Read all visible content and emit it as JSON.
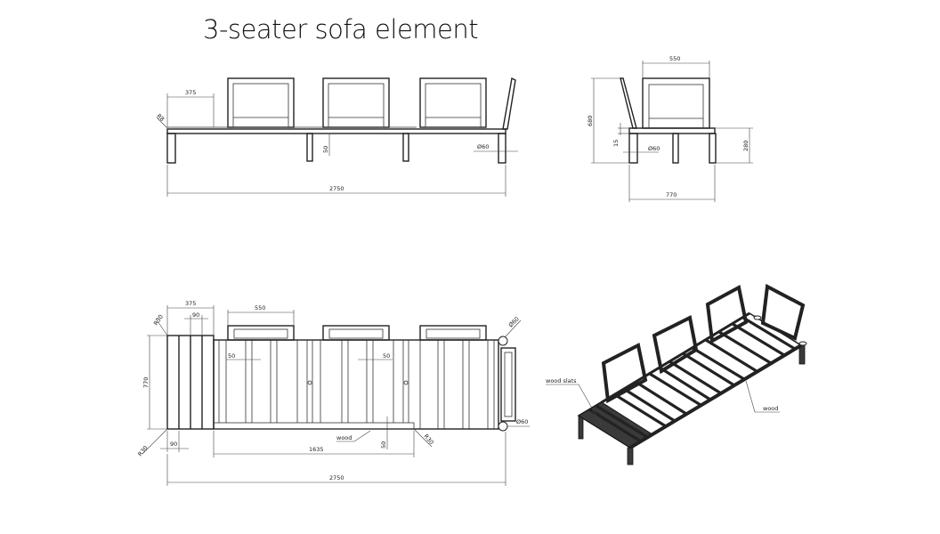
{
  "title": "3-seater sofa element",
  "front_view": {
    "dim_chaise": "375",
    "radius": "R8",
    "slat_gap": "50",
    "leg_diameter": "Ø60",
    "total_length": "2750"
  },
  "side_view": {
    "back_width": "550",
    "total_height": "680",
    "thickness": "15",
    "leg_diameter": "Ø60",
    "seat_height": "280",
    "depth": "770"
  },
  "top_view": {
    "dim_chaise": "375",
    "slat_width": "90",
    "back_width": "550",
    "radius_top_left": "R30",
    "leg_diameter_top": "Ø60",
    "depth": "770",
    "slat_gap_left": "50",
    "slat_gap_right": "50",
    "leg_diameter_bottom": "Ø60",
    "radius_bottom_left": "R30",
    "slat_width_bottom": "90",
    "wood_label": "wood",
    "frame_width": "50",
    "radius_bottom_mid": "R30",
    "seat_length": "1635",
    "total_length": "2750"
  },
  "iso_view": {
    "label_slats": "wood slats",
    "label_wood": "wood"
  }
}
